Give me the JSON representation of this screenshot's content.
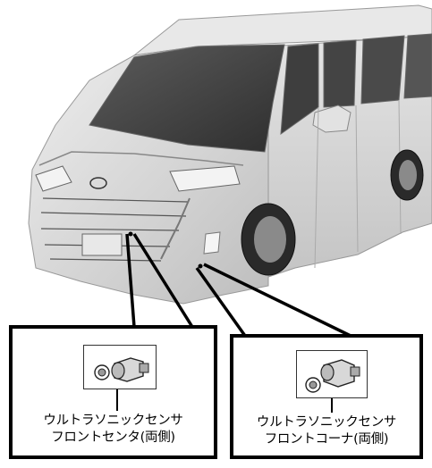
{
  "callouts": [
    {
      "line1": "ウルトラソニックセンサ",
      "line2": "フロントセンタ(両側)"
    },
    {
      "line1": "ウルトラソニックセンサ",
      "line2": "フロントコーナ(両側)"
    }
  ],
  "colors": {
    "outline": "#000000",
    "vehicle_body": "#dcdcdc",
    "glass": "#4a4a4a",
    "background": "#ffffff"
  }
}
